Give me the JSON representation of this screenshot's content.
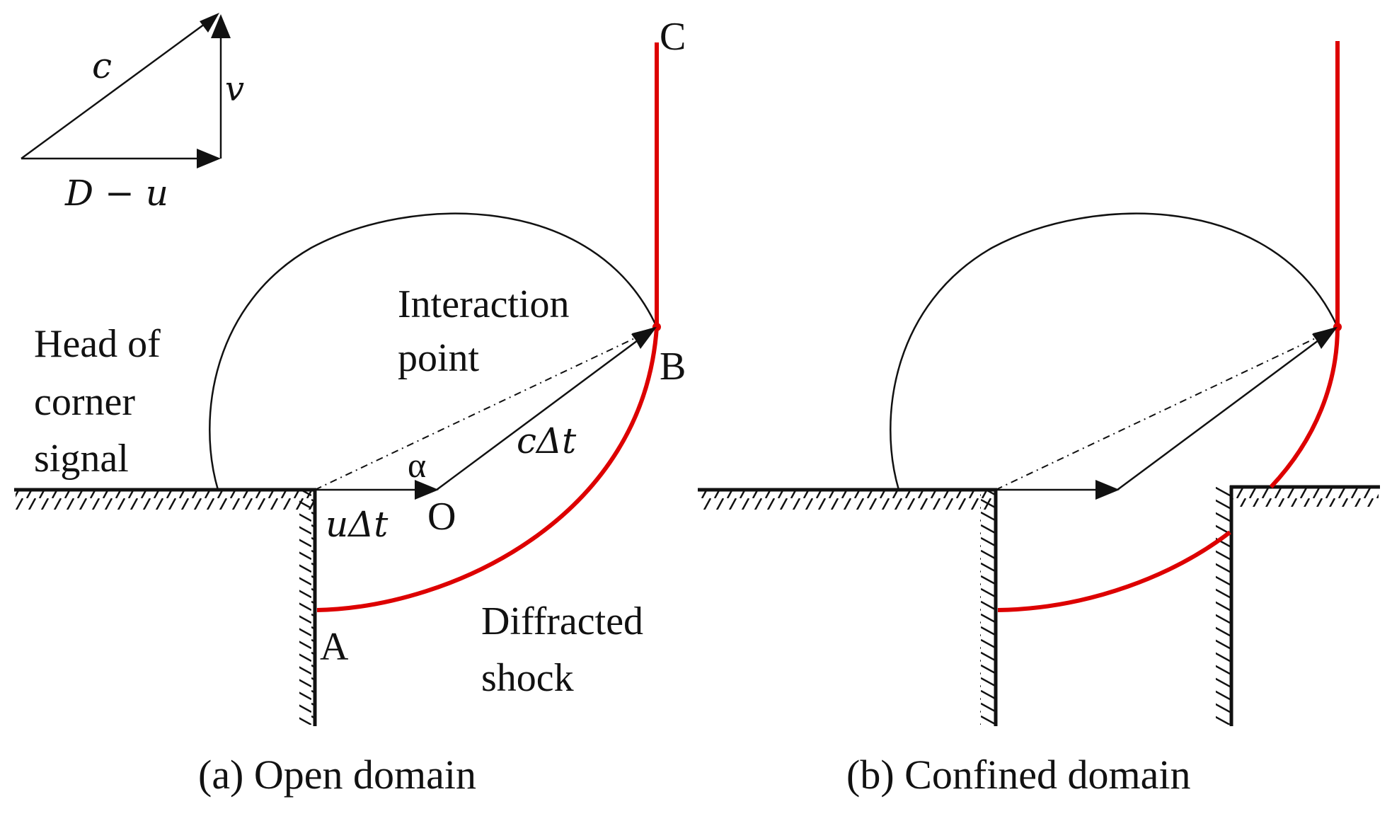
{
  "panel_a": {
    "caption": "(a) Open domain",
    "labels": {
      "C": "C",
      "B": "B",
      "A": "A",
      "O": "O",
      "alpha": "α",
      "u_dt": "uΔt",
      "c_dt": "cΔt",
      "interaction_line1": "Interaction",
      "interaction_line2": "point",
      "head_line1": "Head of",
      "head_line2": "corner",
      "head_line3": "signal",
      "diffracted_line1": "Diffracted",
      "diffracted_line2": "shock"
    }
  },
  "velocity_triangle": {
    "c": "c",
    "v": "v",
    "D_minus_u": "D − u"
  },
  "panel_b": {
    "caption": "(b) Confined domain"
  },
  "colors": {
    "shock": "#dd0000",
    "line": "#111111"
  }
}
